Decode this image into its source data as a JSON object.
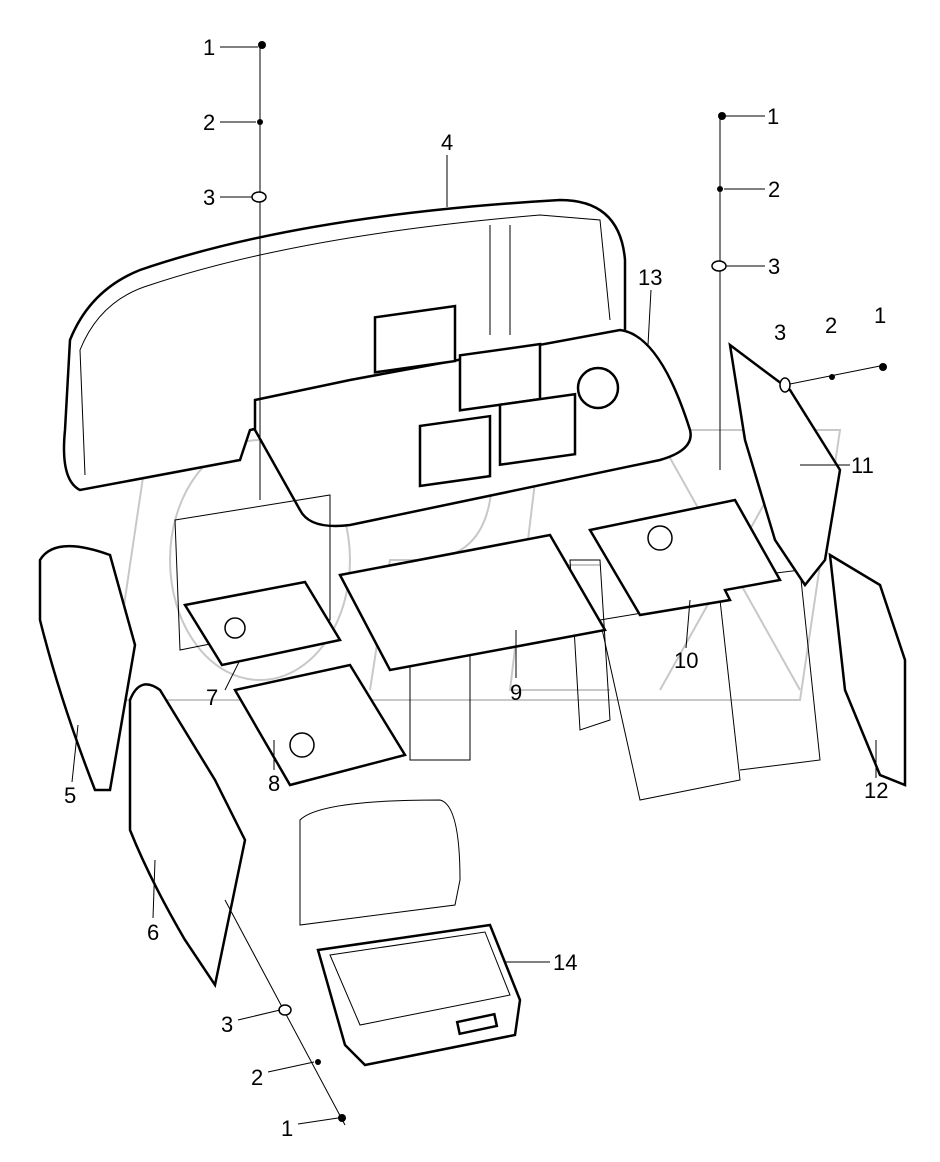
{
  "diagram": {
    "watermark": "OPEX",
    "callouts": [
      {
        "id": "c1a",
        "text": "1"
      },
      {
        "id": "c2a",
        "text": "2"
      },
      {
        "id": "c3a",
        "text": "3"
      },
      {
        "id": "c4",
        "text": "4"
      },
      {
        "id": "c1b",
        "text": "1"
      },
      {
        "id": "c2b",
        "text": "2"
      },
      {
        "id": "c3b",
        "text": "3"
      },
      {
        "id": "c13",
        "text": "13"
      },
      {
        "id": "c3c",
        "text": "3"
      },
      {
        "id": "c2c",
        "text": "2"
      },
      {
        "id": "c1c",
        "text": "1"
      },
      {
        "id": "c11",
        "text": "11"
      },
      {
        "id": "c5",
        "text": "5"
      },
      {
        "id": "c6",
        "text": "6"
      },
      {
        "id": "c7",
        "text": "7"
      },
      {
        "id": "c8",
        "text": "8"
      },
      {
        "id": "c9",
        "text": "9"
      },
      {
        "id": "c10",
        "text": "10"
      },
      {
        "id": "c12",
        "text": "12"
      },
      {
        "id": "c14",
        "text": "14"
      },
      {
        "id": "c3d",
        "text": "3"
      },
      {
        "id": "c2d",
        "text": "2"
      },
      {
        "id": "c1d",
        "text": "1"
      }
    ]
  }
}
